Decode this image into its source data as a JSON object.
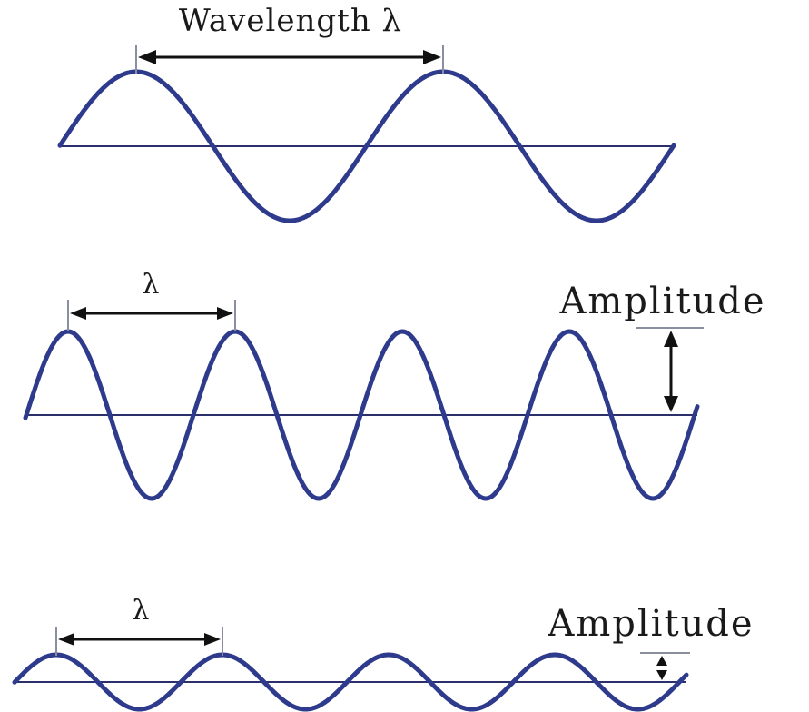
{
  "panels": [
    {
      "id": "long-wavelength",
      "wavelength_label": "Wavelength λ",
      "cycles": 2,
      "has_amplitude": false
    },
    {
      "id": "short-wavelength-high-amplitude",
      "wavelength_label": "λ",
      "cycles": 4,
      "has_amplitude": true,
      "amplitude_label": "Amplitude"
    },
    {
      "id": "short-wavelength-low-amplitude",
      "wavelength_label": "λ",
      "cycles": 4,
      "has_amplitude": true,
      "amplitude_label": "Amplitude"
    }
  ],
  "colors": {
    "wave": "#2e3a8c",
    "axis": "#2b2f6b",
    "arrow": "#111111",
    "text": "#1a1a1a"
  }
}
